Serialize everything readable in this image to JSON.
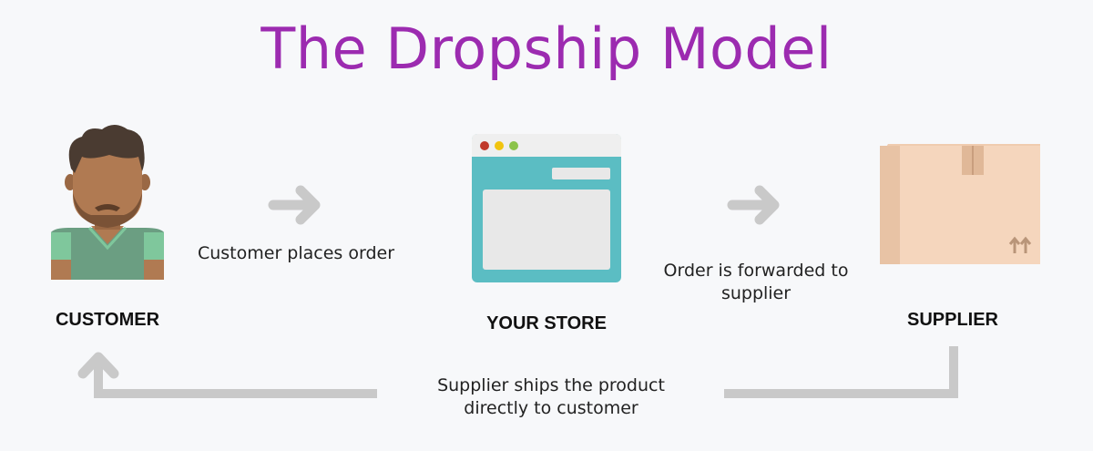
{
  "title": "The Dropship Model",
  "colors": {
    "title": "#9c2bb0",
    "arrow": "#c9c9c9",
    "background": "#f7f8fa",
    "store_frame": "#5bbdc3",
    "box": "#f5d6bd",
    "skin": "#b07a52",
    "shirt": "#6b9e82",
    "hair": "#4a3b31"
  },
  "nodes": {
    "customer": {
      "label": "CUSTOMER",
      "icon": "person-icon"
    },
    "store": {
      "label": "YOUR STORE",
      "icon": "browser-window-icon"
    },
    "supplier": {
      "label": "SUPPLIER",
      "icon": "cardboard-box-icon"
    }
  },
  "flows": {
    "customer_to_store": {
      "text": "Customer places order"
    },
    "store_to_supplier": {
      "lines": [
        "Order is forwarded to",
        "supplier"
      ]
    },
    "supplier_to_customer": {
      "lines": [
        "Supplier ships the product",
        "directly to customer"
      ]
    }
  }
}
